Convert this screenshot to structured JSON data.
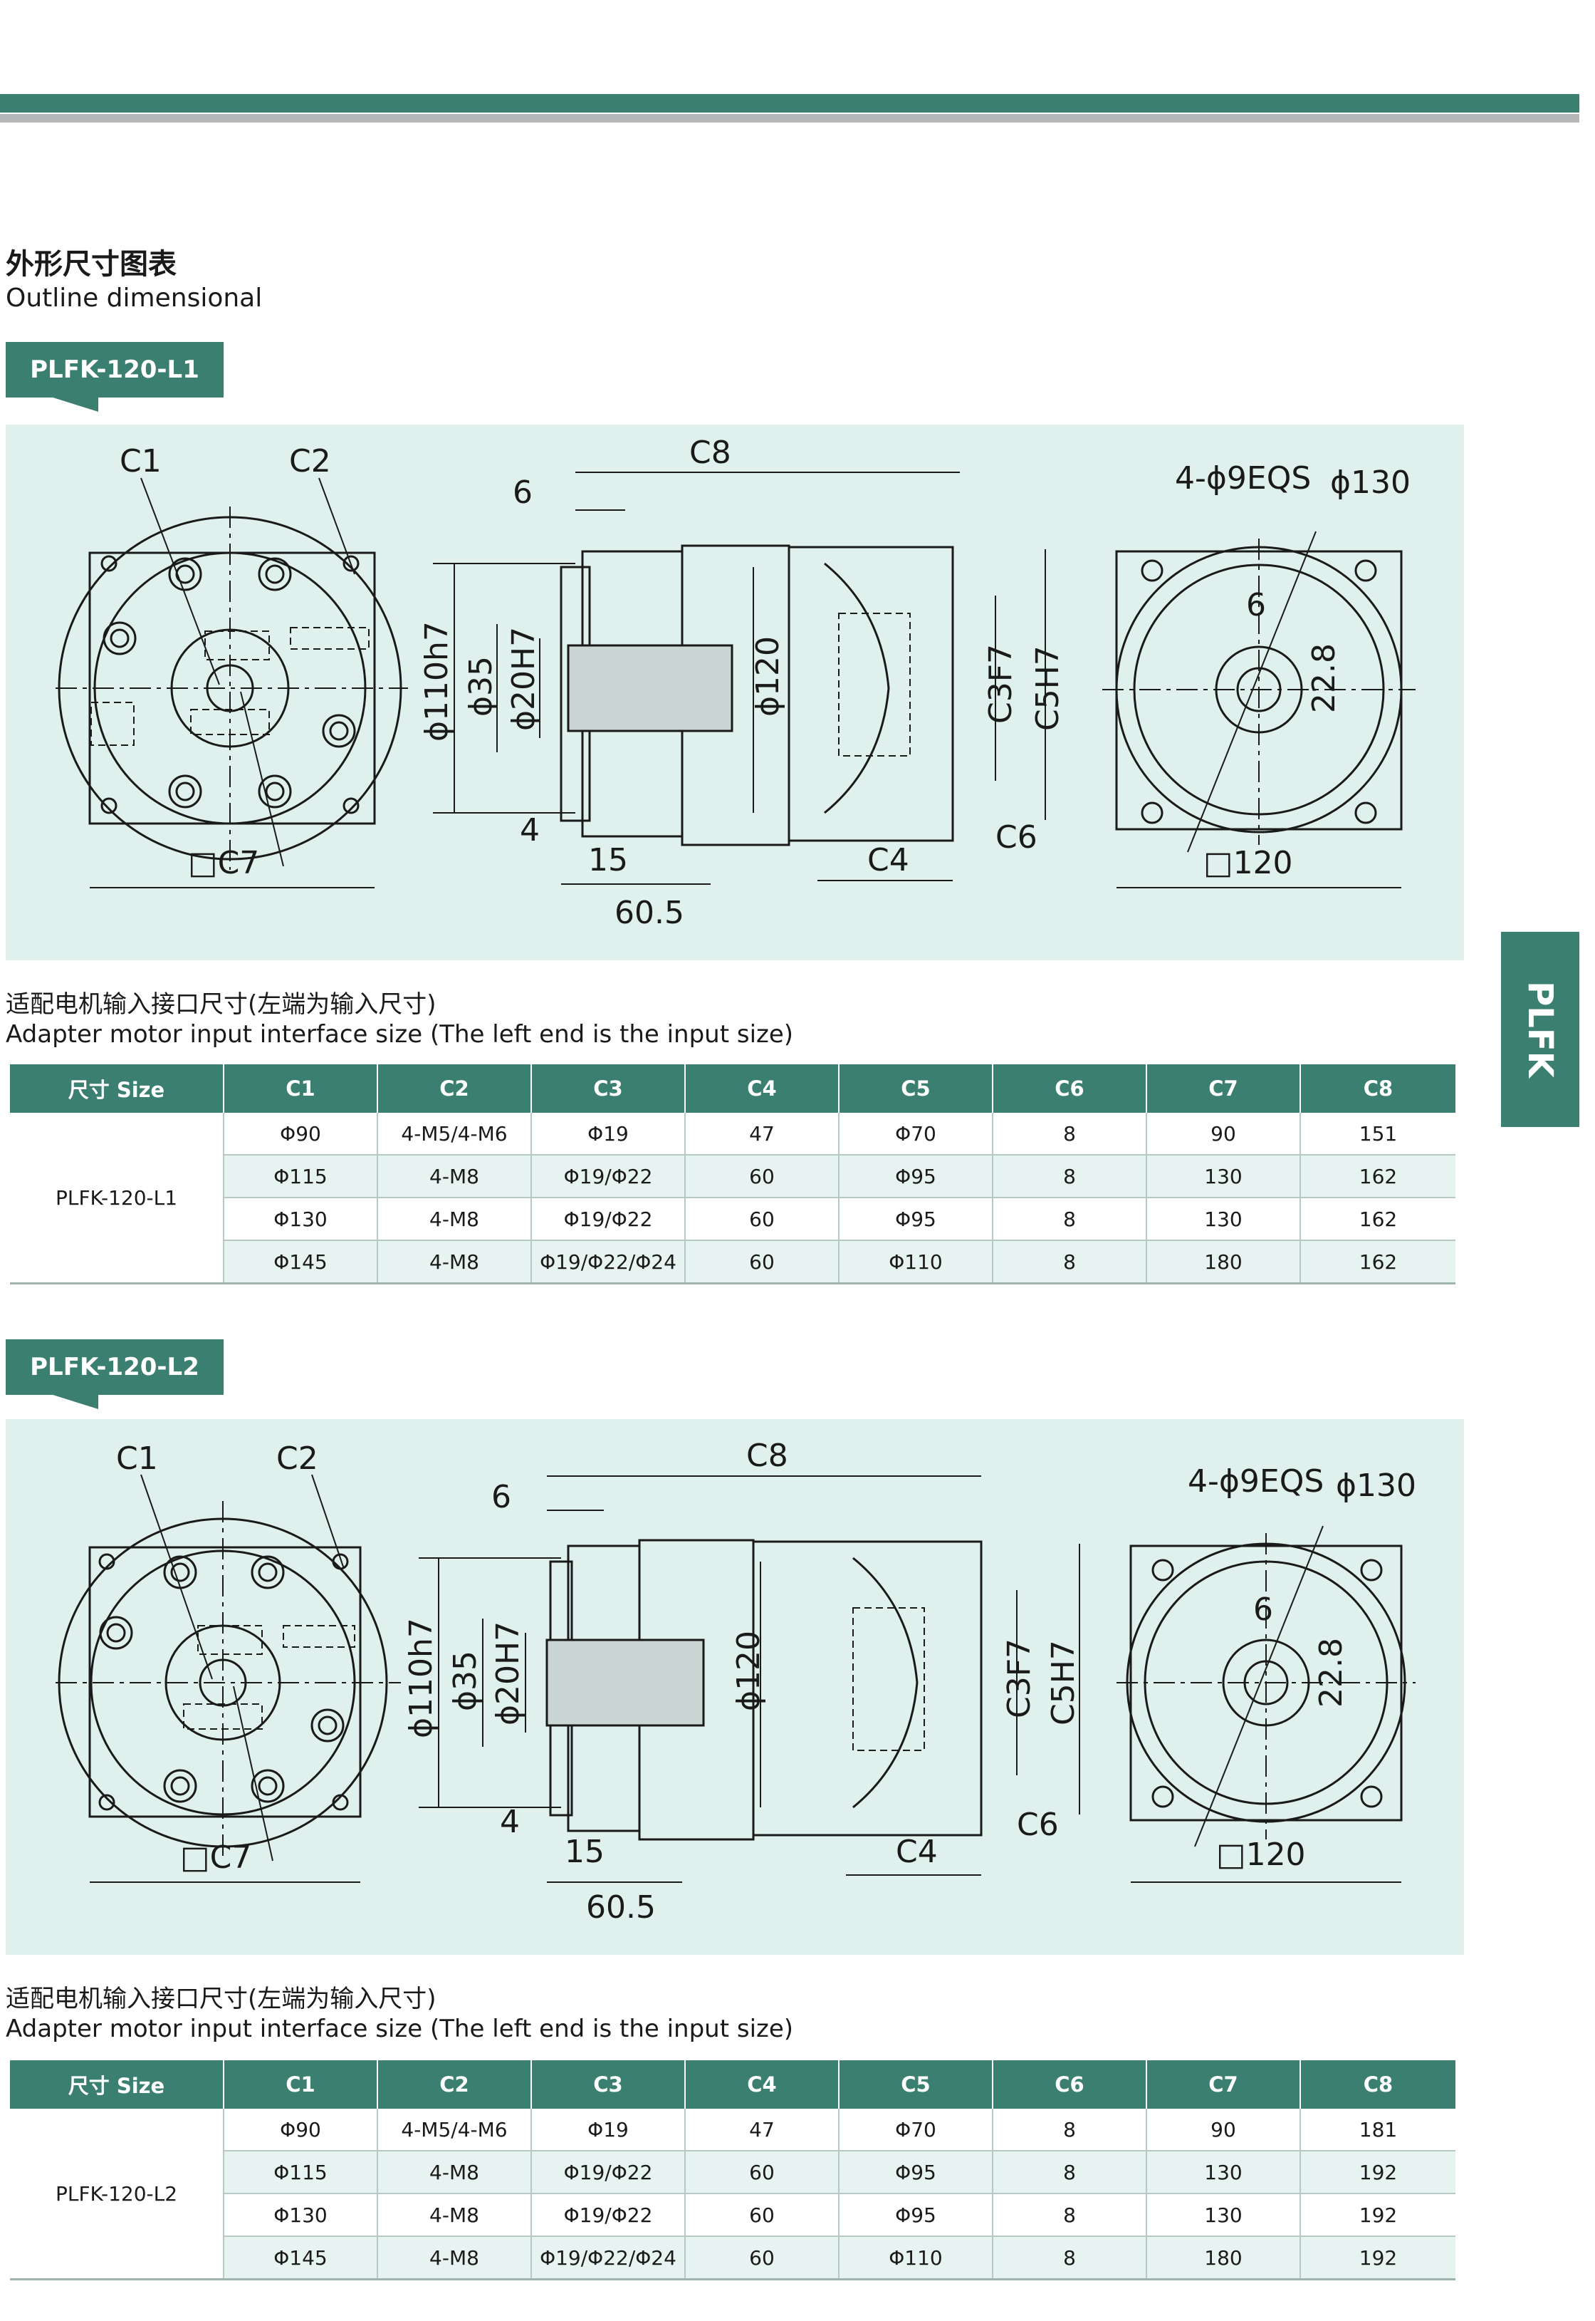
{
  "header": {
    "title_cn": "外形尺寸图表",
    "title_en": "Outline dimensional"
  },
  "side_tab": {
    "label": "PLFK"
  },
  "colors": {
    "accent": "#3a7f70",
    "panel_bg": "#dff0ed",
    "row_alt": "#e6f3f0"
  },
  "sections": [
    {
      "model": "PLFK-120-L1",
      "drawing": {
        "labels": {
          "c1": "C1",
          "c2": "C2",
          "c7": "□C7",
          "c8": "C8",
          "six_top": "6",
          "d110": "ϕ110h7",
          "d35": "ϕ35",
          "d20": "ϕ20H7",
          "d120": "ϕ120",
          "c3f7": "C3F7",
          "c5h7": "C5H7",
          "four": "4",
          "fifteen": "15",
          "sixty": "60.5",
          "c4": "C4",
          "c6": "C6",
          "holes": "4-ϕ9EQS",
          "d130": "ϕ130",
          "six_key": "6",
          "key_h": "22.8",
          "sq120": "□120"
        }
      },
      "caption_cn": "适配电机输入接口尺寸(左端为输入尺寸)",
      "caption_en": "Adapter motor input interface size (The left end is the input size)",
      "table": {
        "headers": [
          "尺寸 Size",
          "C1",
          "C2",
          "C3",
          "C4",
          "C5",
          "C6",
          "C7",
          "C8"
        ],
        "size_label": "PLFK-120-L1",
        "rows": [
          [
            "Φ90",
            "4-M5/4-M6",
            "Φ19",
            "47",
            "Φ70",
            "8",
            "90",
            "151"
          ],
          [
            "Φ115",
            "4-M8",
            "Φ19/Φ22",
            "60",
            "Φ95",
            "8",
            "130",
            "162"
          ],
          [
            "Φ130",
            "4-M8",
            "Φ19/Φ22",
            "60",
            "Φ95",
            "8",
            "130",
            "162"
          ],
          [
            "Φ145",
            "4-M8",
            "Φ19/Φ22/Φ24",
            "60",
            "Φ110",
            "8",
            "180",
            "162"
          ]
        ]
      }
    },
    {
      "model": "PLFK-120-L2",
      "drawing": {
        "labels": {
          "c1": "C1",
          "c2": "C2",
          "c7": "□C7",
          "c8": "C8",
          "six_top": "6",
          "d110": "ϕ110h7",
          "d35": "ϕ35",
          "d20": "ϕ20H7",
          "d120": "ϕ120",
          "c3f7": "C3F7",
          "c5h7": "C5H7",
          "four": "4",
          "fifteen": "15",
          "sixty": "60.5",
          "c4": "C4",
          "c6": "C6",
          "holes": "4-ϕ9EQS",
          "d130": "ϕ130",
          "six_key": "6",
          "key_h": "22.8",
          "sq120": "□120"
        }
      },
      "caption_cn": "适配电机输入接口尺寸(左端为输入尺寸)",
      "caption_en": "Adapter motor input interface size (The left end is the input size)",
      "table": {
        "headers": [
          "尺寸 Size",
          "C1",
          "C2",
          "C3",
          "C4",
          "C5",
          "C6",
          "C7",
          "C8"
        ],
        "size_label": "PLFK-120-L2",
        "rows": [
          [
            "Φ90",
            "4-M5/4-M6",
            "Φ19",
            "47",
            "Φ70",
            "8",
            "90",
            "181"
          ],
          [
            "Φ115",
            "4-M8",
            "Φ19/Φ22",
            "60",
            "Φ95",
            "8",
            "130",
            "192"
          ],
          [
            "Φ130",
            "4-M8",
            "Φ19/Φ22",
            "60",
            "Φ95",
            "8",
            "130",
            "192"
          ],
          [
            "Φ145",
            "4-M8",
            "Φ19/Φ22/Φ24",
            "60",
            "Φ110",
            "8",
            "180",
            "192"
          ]
        ]
      }
    }
  ]
}
